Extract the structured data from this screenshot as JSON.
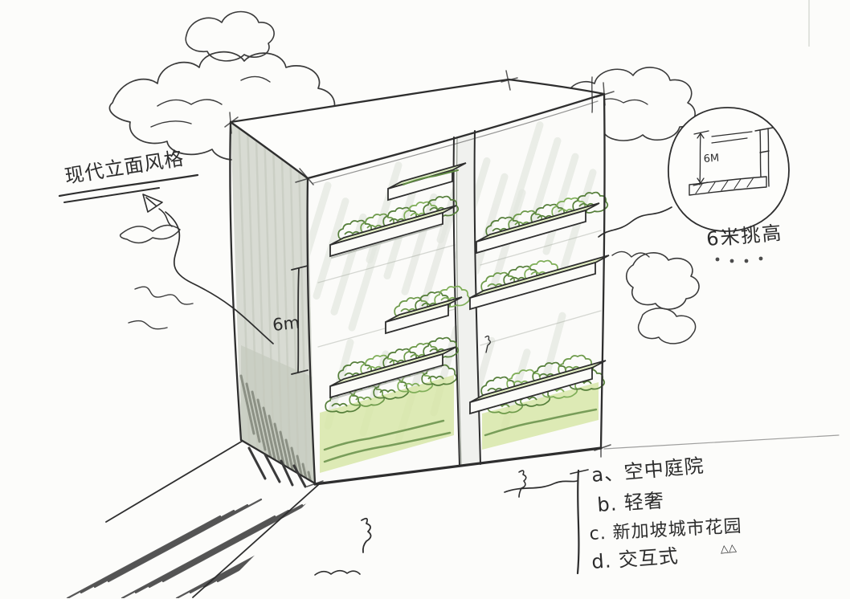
{
  "palette": {
    "ink": "#2e2e2e",
    "foliage_dark": "#5f8a42",
    "foliage_light": "#a5c277",
    "wash_green": "#d8e6a8",
    "facade_shade": "#d8dbd3"
  },
  "sketch": {
    "facade_style_note": "现代立面风格",
    "height_dimension": "6m",
    "callout": {
      "dimension": "6M",
      "caption": "6米挑高"
    },
    "legend": {
      "items": [
        "a、空中庭院",
        "b. 轻奢",
        "c. 新加坡城市花园",
        "d. 交互式"
      ],
      "decoration": "△△"
    }
  }
}
